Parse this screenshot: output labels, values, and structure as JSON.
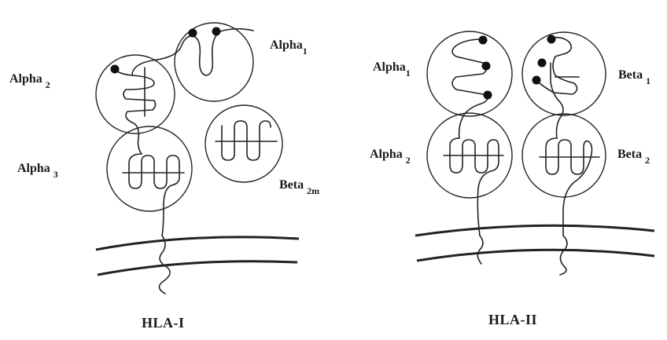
{
  "hla_i": {
    "caption": "HLA-I",
    "alpha1": {
      "main": "Alpha",
      "sub": "1"
    },
    "alpha2": {
      "main": "Alpha",
      "sub": "2"
    },
    "alpha3": {
      "main": "Alpha",
      "sub": "3"
    },
    "beta2m": {
      "main": "Beta",
      "sub": "2m"
    }
  },
  "hla_ii": {
    "caption": "HLA-II",
    "alpha1": {
      "main": "Alpha",
      "sub": "1"
    },
    "alpha2": {
      "main": "Alpha",
      "sub": "2"
    },
    "beta1": {
      "main": "Beta",
      "sub": "1"
    },
    "beta2": {
      "main": "Beta",
      "sub": "2"
    }
  }
}
